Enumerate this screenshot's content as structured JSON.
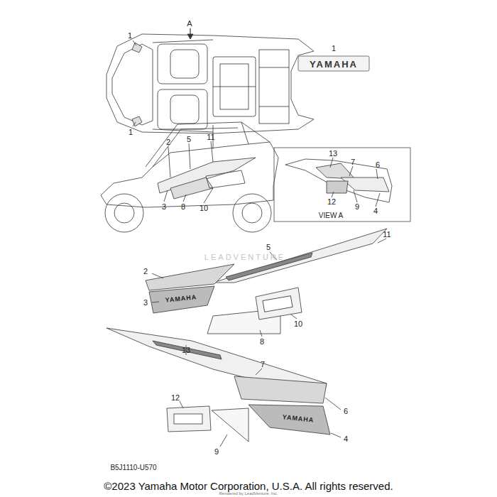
{
  "diagram": {
    "labels": [
      "1",
      "A",
      "1",
      "1",
      "YAMAHA",
      "2",
      "5",
      "11",
      "3",
      "8",
      "10",
      "13",
      "7",
      "6",
      "12",
      "9",
      "4",
      "VIEW A",
      "11",
      "5",
      "2",
      "3",
      "YAMAHA",
      "10",
      "8",
      "13",
      "7",
      "6",
      "12",
      "4",
      "YAMAHA",
      "9",
      "LEADVENTURE",
      "B5J1110-U570",
      "©2023 Yamaha Motor Corporation, U.S.A. All rights reserved.",
      "Rendered by LeadVenture, Inc."
    ]
  }
}
